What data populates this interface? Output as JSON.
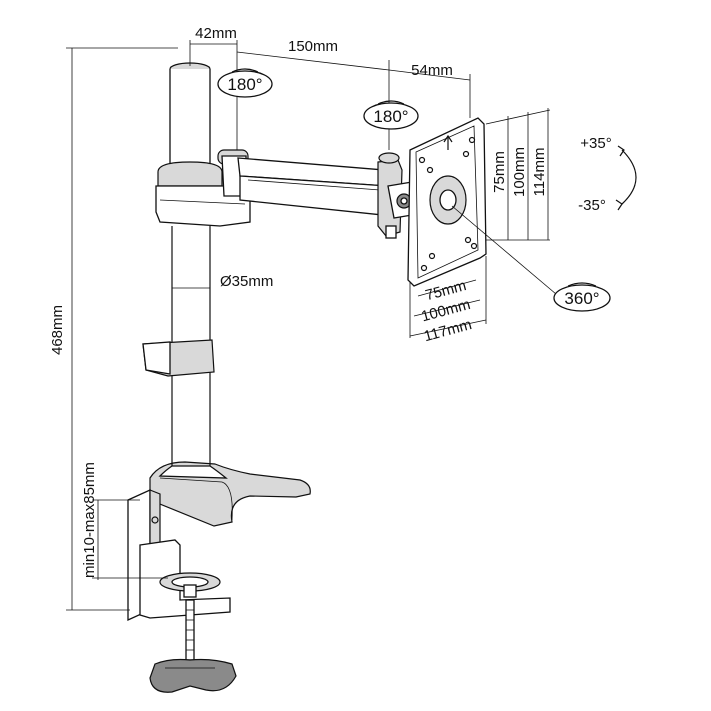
{
  "dimensions": {
    "pole_diameter": "Ø35mm",
    "height": "468mm",
    "clamp_range": "min10-max85mm",
    "top_offset": "42mm",
    "arm_length": "150mm",
    "head_offset": "54mm",
    "vesa_75_h": "75mm",
    "vesa_100_h": "100mm",
    "plate_114_h": "114mm",
    "vesa_75_w": "75mm",
    "vesa_100_w": "100mm",
    "plate_117_w": "117mm"
  },
  "rotations": {
    "pole_swivel": "180°",
    "head_swivel": "180°",
    "rotation": "360°",
    "tilt_up": "+35°",
    "tilt_down": "-35°"
  }
}
